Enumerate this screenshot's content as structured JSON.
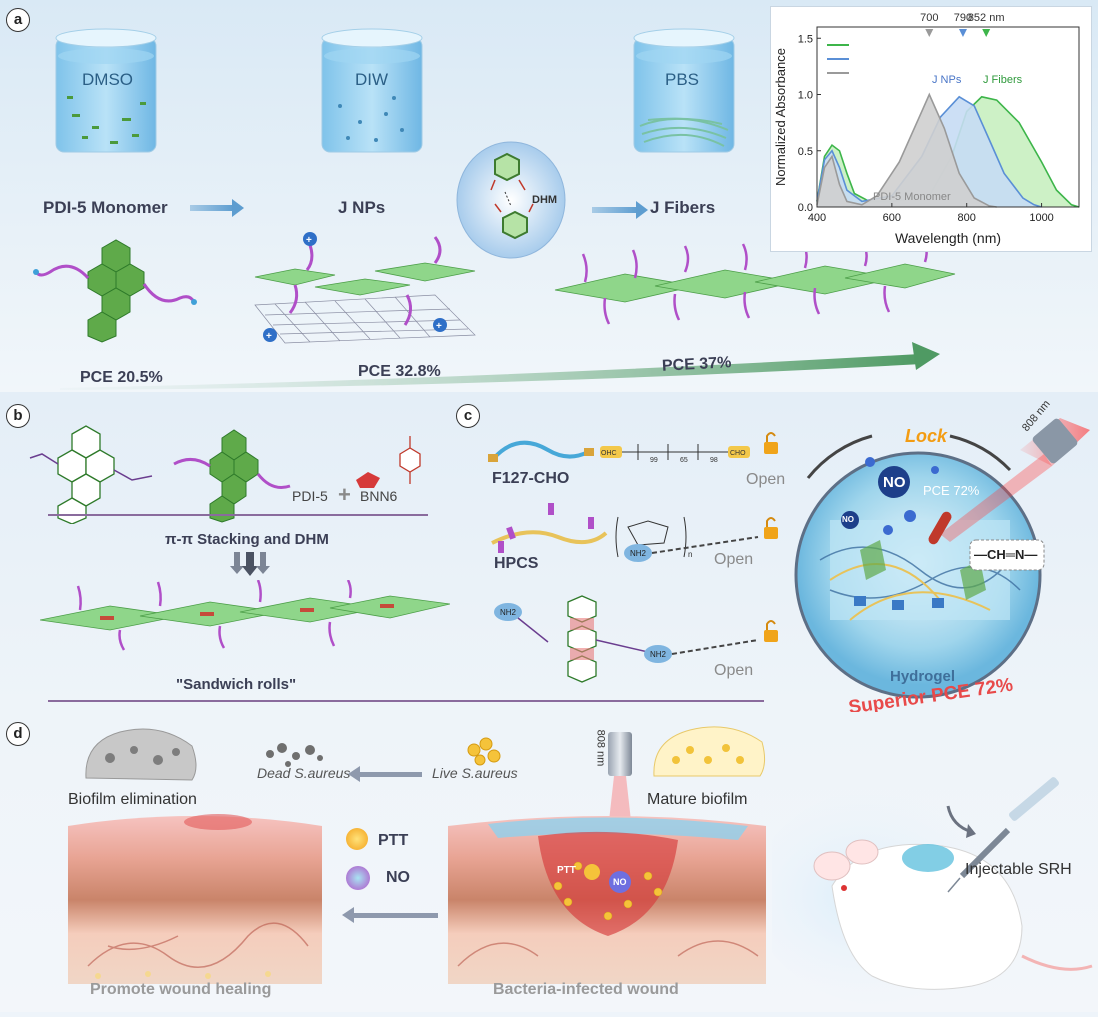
{
  "panel_a": {
    "label": "a",
    "beakers": [
      {
        "text": "DMSO",
        "caption": "PDI-5 Monomer"
      },
      {
        "text": "DIW",
        "caption": "J NPs"
      },
      {
        "text": "PBS",
        "caption": "J Fibers"
      }
    ],
    "dhm_label": "DHM",
    "pce": [
      "PCE 20.5%",
      "PCE 32.8%",
      "PCE 37%"
    ]
  },
  "chart_data": {
    "type": "area",
    "xlabel": "Wavelength (nm)",
    "ylabel": "Normalized Absorbance",
    "xlim": [
      400,
      1100
    ],
    "ylim": [
      0,
      1.6
    ],
    "x_ticks": [
      "400",
      "600",
      "800",
      "1000"
    ],
    "y_ticks": [
      "0.0",
      "0.5",
      "1.0",
      "1.5"
    ],
    "markers": [
      "700",
      "790",
      "852 nm"
    ],
    "peak_wavelengths": [
      700,
      790,
      852
    ],
    "legend": "top-left",
    "series": [
      {
        "name": "J Fibers",
        "color": "#3db54a",
        "fill": "#c8f0c0",
        "points": [
          [
            400,
            0.05
          ],
          [
            420,
            0.45
          ],
          [
            440,
            0.55
          ],
          [
            460,
            0.5
          ],
          [
            480,
            0.3
          ],
          [
            500,
            0.12
          ],
          [
            540,
            0.05
          ],
          [
            600,
            0.05
          ],
          [
            700,
            0.1
          ],
          [
            760,
            0.45
          ],
          [
            800,
            0.85
          ],
          [
            840,
            0.98
          ],
          [
            880,
            0.95
          ],
          [
            940,
            0.75
          ],
          [
            1000,
            0.4
          ],
          [
            1040,
            0.15
          ],
          [
            1080,
            0.02
          ],
          [
            1100,
            0
          ]
        ]
      },
      {
        "name": "J NPs",
        "color": "#5a8fd6",
        "fill": "#c6dcf4",
        "points": [
          [
            400,
            0.05
          ],
          [
            420,
            0.42
          ],
          [
            440,
            0.5
          ],
          [
            460,
            0.35
          ],
          [
            480,
            0.15
          ],
          [
            520,
            0.05
          ],
          [
            600,
            0.1
          ],
          [
            680,
            0.45
          ],
          [
            730,
            0.8
          ],
          [
            780,
            0.98
          ],
          [
            820,
            0.9
          ],
          [
            860,
            0.6
          ],
          [
            900,
            0.3
          ],
          [
            950,
            0.08
          ],
          [
            980,
            0.02
          ],
          [
            1000,
            0
          ]
        ]
      },
      {
        "name": "PDI-5 Monomer",
        "color": "#9a9a9a",
        "fill": "#cfcfcf",
        "points": [
          [
            400,
            0.02
          ],
          [
            420,
            0.35
          ],
          [
            440,
            0.45
          ],
          [
            460,
            0.2
          ],
          [
            480,
            0.05
          ],
          [
            520,
            0.02
          ],
          [
            560,
            0.1
          ],
          [
            620,
            0.4
          ],
          [
            680,
            0.85
          ],
          [
            700,
            1.0
          ],
          [
            740,
            0.7
          ],
          [
            780,
            0.3
          ],
          [
            820,
            0.08
          ],
          [
            860,
            0.01
          ],
          [
            880,
            0
          ]
        ]
      }
    ]
  },
  "panel_b": {
    "label": "b",
    "pdi": "PDI-5",
    "plus": "+",
    "bnn": "BNN6",
    "stacking": "π-π Stacking and DHM",
    "rolls": "\"Sandwich rolls\""
  },
  "panel_c": {
    "label": "c",
    "items": [
      {
        "name": "F127-CHO",
        "status": "Open",
        "subs": [
          "99",
          "65",
          "98"
        ],
        "group": "OHC",
        "group2": "CHO"
      },
      {
        "name": "HPCS",
        "status": "Open",
        "group": "NH2",
        "sub_n": "n"
      },
      {
        "name": "",
        "status": "Open",
        "group": "NH2"
      }
    ],
    "circle": {
      "lock": "Lock",
      "laser": "808 nm",
      "no_big": "NO",
      "no_small": "NO",
      "pce": "PCE 72%",
      "bond": "—CH═N—",
      "hydrogel": "Hydrogel",
      "superior": "Superior PCE 72%"
    }
  },
  "panel_d": {
    "label": "d",
    "dead": "Dead S.aureus",
    "live": "Live S.aureus",
    "biofilm_elim": "Biofilm elimination",
    "mature": "Mature biofilm",
    "laser": "808 nm",
    "ptt": "PTT",
    "no": "NO",
    "ptt_inner": "PTT",
    "no_inner": "NO",
    "heal": "Promote wound healing",
    "infected": "Bacteria-infected wound",
    "injectable": "Injectable SRH"
  }
}
